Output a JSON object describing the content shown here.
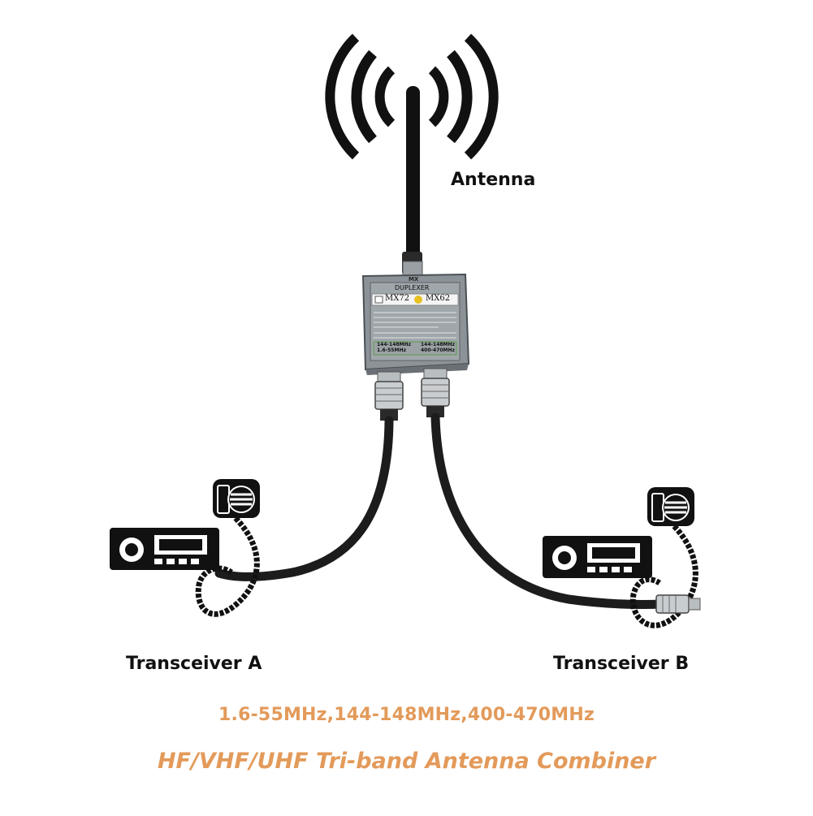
{
  "labels": {
    "antenna": "Antenna",
    "transceiver_a": "Transceiver A",
    "transceiver_b": "Transceiver B"
  },
  "caption": {
    "frequencies": "1.6-55MHz,144-148MHz,400-470MHz",
    "title": "HF/VHF/UHF Tri-band Antenna Combiner"
  },
  "device": {
    "brand": "MX",
    "type": "DUPLEXER",
    "model_left": "MX72",
    "model_right": "MX62",
    "port_left": "144-148MHz\n1.6-55MHz",
    "port_right": "144-148MHz\n400-470MHz"
  },
  "colors": {
    "caption": "#e39a5a",
    "device_body": "#8c9398",
    "cable": "#1c1c1c",
    "icon": "#111111",
    "model_dot": "#e8c020"
  },
  "icons": [
    "radio-waves-icon",
    "antenna-icon",
    "transceiver-icon",
    "microphone-icon",
    "duplexer-device-icon",
    "coax-connector-icon"
  ]
}
